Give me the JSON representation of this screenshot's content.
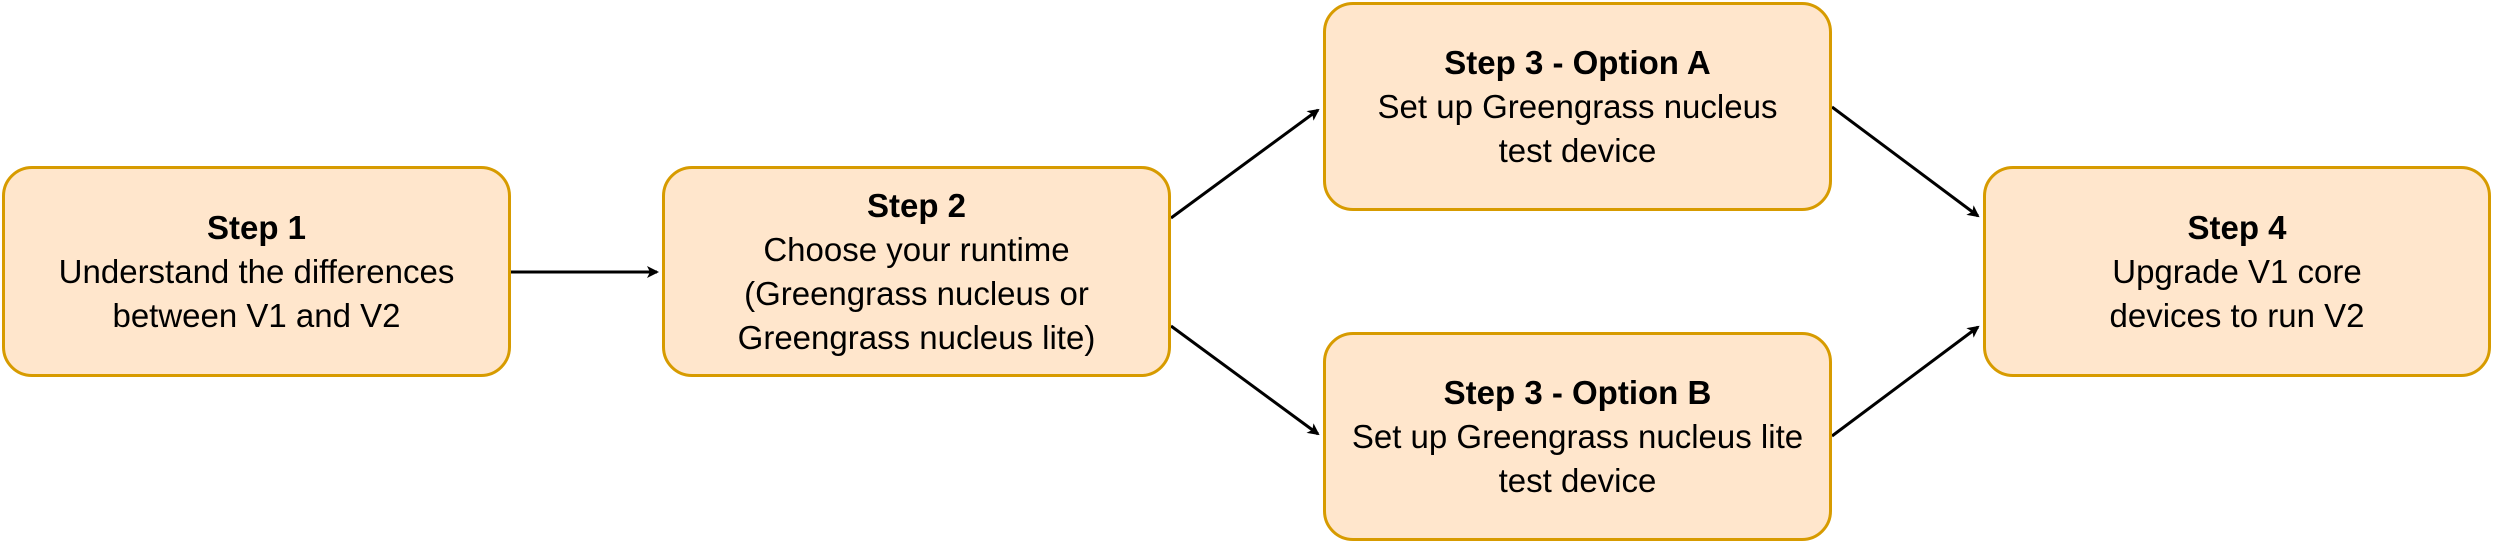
{
  "colors": {
    "node_fill": "#ffe6cc",
    "node_border": "#d79b00",
    "edge": "#000000"
  },
  "nodes": {
    "step1": {
      "title": "Step 1",
      "desc": "Understand the differences\nbetween V1 and V2"
    },
    "step2": {
      "title": "Step 2",
      "desc": "Choose your runtime\n(Greengrass nucleus or\nGreengrass nucleus lite)"
    },
    "step3a": {
      "title": "Step 3 - Option A",
      "desc": "Set up Greengrass nucleus\ntest device"
    },
    "step3b": {
      "title": "Step 3 - Option B",
      "desc": "Set up Greengrass nucleus lite\ntest device"
    },
    "step4": {
      "title": "Step 4",
      "desc": "Upgrade V1 core\ndevices to run V2"
    }
  },
  "edges": [
    {
      "from": "step1",
      "to": "step2"
    },
    {
      "from": "step2",
      "to": "step3a"
    },
    {
      "from": "step2",
      "to": "step3b"
    },
    {
      "from": "step3a",
      "to": "step4"
    },
    {
      "from": "step3b",
      "to": "step4"
    }
  ]
}
